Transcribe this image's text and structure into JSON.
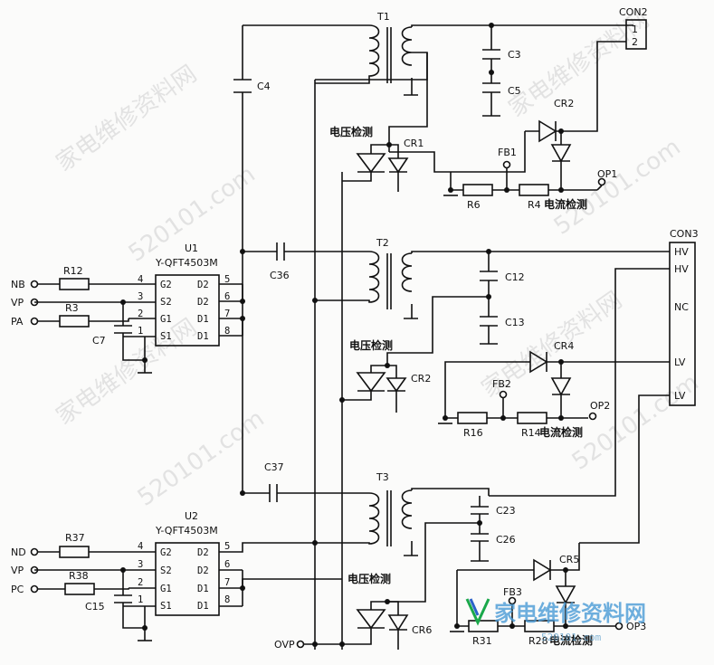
{
  "components": {
    "t1": "T1",
    "t2": "T2",
    "t3": "T3",
    "con2": "CON2",
    "con2_pin1": "1",
    "con2_pin2": "2",
    "con3": "CON3",
    "con3_hv1": "HV",
    "con3_hv2": "HV",
    "con3_nc": "NC",
    "con3_lv1": "LV",
    "con3_lv2": "LV",
    "c3": "C3",
    "c4": "C4",
    "c5": "C5",
    "c7": "C7",
    "c12": "C12",
    "c13": "C13",
    "c15": "C15",
    "c23": "C23",
    "c26": "C26",
    "c36": "C36",
    "c37": "C37",
    "cr1": "CR1",
    "cr2_top": "CR2",
    "cr2_mid": "CR2",
    "cr4": "CR4",
    "cr5": "CR5",
    "cr6": "CR6",
    "fb1": "FB1",
    "fb2": "FB2",
    "fb3": "FB3",
    "r3": "R3",
    "r4": "R4",
    "r6": "R6",
    "r12": "R12",
    "r14": "R14",
    "r16": "R16",
    "r28": "R28",
    "r31": "R31",
    "r37": "R37",
    "r38": "R38",
    "op1": "OP1",
    "op2": "OP2",
    "op3": "OP3",
    "ovp": "OVP",
    "u1": "U1",
    "u1_part": "Y-QFT4503M",
    "u2": "U2",
    "u2_part": "Y-QFT4503M"
  },
  "inputs": {
    "nb": "NB",
    "vp1": "VP",
    "pa": "PA",
    "nd": "ND",
    "vp2": "VP",
    "pc": "PC"
  },
  "ic_pins": {
    "g2": "G2",
    "s2": "S2",
    "g1": "G1",
    "s1": "S1",
    "d2a": "D2",
    "d2b": "D2",
    "d1a": "D1",
    "d1b": "D1",
    "n4": "4",
    "n3": "3",
    "n2": "2",
    "n1": "1",
    "n5": "5",
    "n6": "6",
    "n7": "7",
    "n8": "8"
  },
  "annotations": {
    "voltage_detect": "电压检测",
    "current_detect": "电流检测"
  },
  "watermark": {
    "text1": "家电维修资料网",
    "text2": "520101.com",
    "logo": "家电维修资料网",
    "logo_url": "520101.com"
  }
}
